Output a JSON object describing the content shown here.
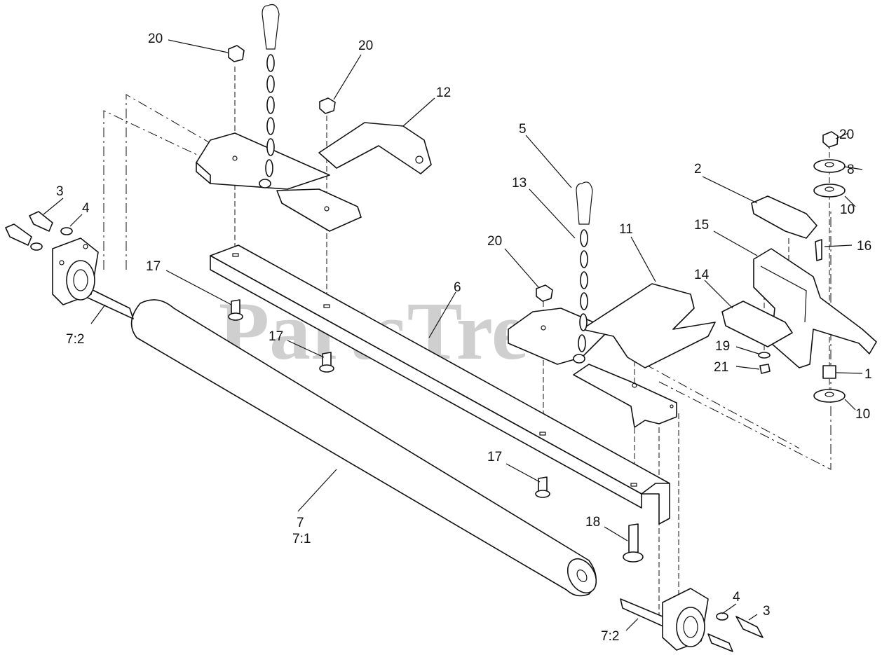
{
  "watermark": {
    "text": "PartsTree",
    "trademark": "™"
  },
  "callouts": [
    {
      "id": "c20a",
      "text": "20"
    },
    {
      "id": "c20b",
      "text": "20"
    },
    {
      "id": "c12",
      "text": "12"
    },
    {
      "id": "c5",
      "text": "5"
    },
    {
      "id": "c13",
      "text": "13"
    },
    {
      "id": "c20c",
      "text": "20"
    },
    {
      "id": "c11",
      "text": "11"
    },
    {
      "id": "c2",
      "text": "2"
    },
    {
      "id": "c20d",
      "text": "20"
    },
    {
      "id": "c8",
      "text": "8"
    },
    {
      "id": "c10a",
      "text": "10"
    },
    {
      "id": "c15",
      "text": "15"
    },
    {
      "id": "c16",
      "text": "16"
    },
    {
      "id": "c14",
      "text": "14"
    },
    {
      "id": "c19",
      "text": "19"
    },
    {
      "id": "c21",
      "text": "21"
    },
    {
      "id": "c1",
      "text": "1"
    },
    {
      "id": "c10b",
      "text": "10"
    },
    {
      "id": "c3a",
      "text": "3"
    },
    {
      "id": "c4a",
      "text": "4"
    },
    {
      "id": "c72a",
      "text": "7:2"
    },
    {
      "id": "c17a",
      "text": "17"
    },
    {
      "id": "c17b",
      "text": "17"
    },
    {
      "id": "c6",
      "text": "6"
    },
    {
      "id": "c17c",
      "text": "17"
    },
    {
      "id": "c7",
      "text": "7"
    },
    {
      "id": "c71",
      "text": "7:1"
    },
    {
      "id": "c18",
      "text": "18"
    },
    {
      "id": "c4b",
      "text": "4"
    },
    {
      "id": "c3b",
      "text": "3"
    },
    {
      "id": "c72b",
      "text": "7:2"
    }
  ]
}
